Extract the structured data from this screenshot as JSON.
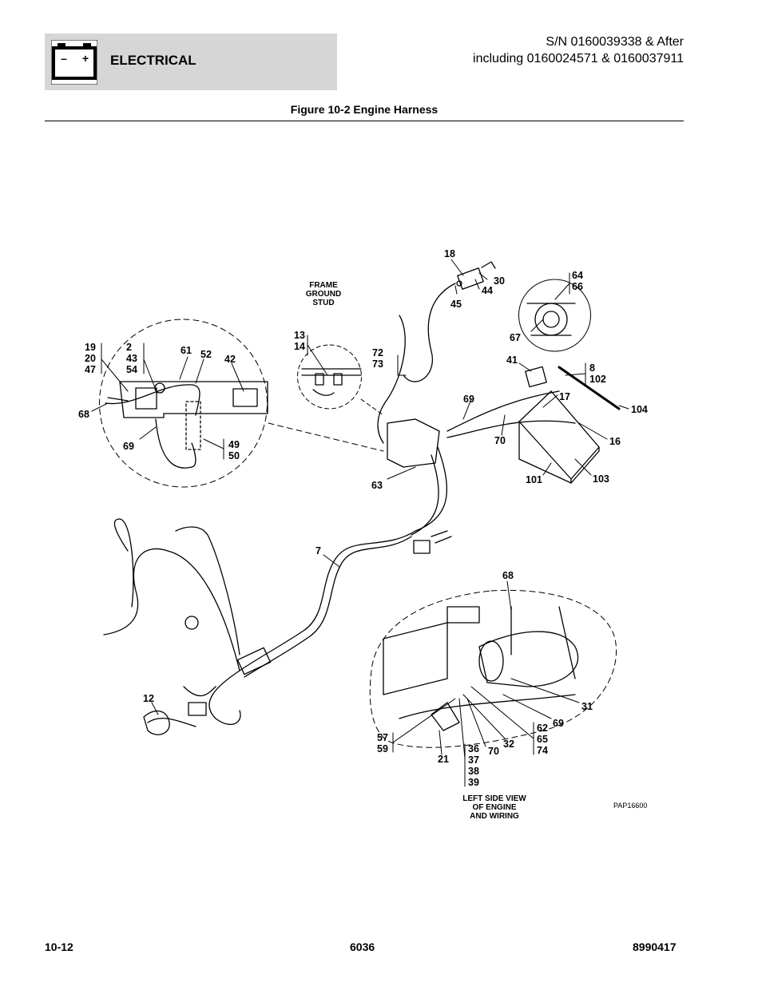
{
  "header": {
    "section_title": "ELECTRICAL",
    "battery_minus": "–",
    "battery_plus": "+",
    "serial_line1": "S/N 0160039338 & After",
    "serial_line2": "including 0160024571 & 0160037911"
  },
  "figure": {
    "title": "Figure 10-2 Engine Harness",
    "frame_ground_note": "FRAME\nGROUND\nSTUD",
    "left_view_note": "LEFT SIDE VIEW\nOF ENGINE\nAND WIRING",
    "drawing_number": "PAP16600",
    "callouts": {
      "c18": "18",
      "c30": "30",
      "c44": "44",
      "c45": "45",
      "c64_66": "64\n66",
      "c67": "67",
      "c41": "41",
      "c8_102": "8\n102",
      "c17": "17",
      "c104": "104",
      "c16": "16",
      "c101": "101",
      "c103": "103",
      "c69_top": "69",
      "c70_top": "70",
      "c63": "63",
      "c72_73": "72\n73",
      "c13_14": "13\n14",
      "c19_20_47": "19\n20\n47",
      "c2_43_54": "2\n43\n54",
      "c61": "61",
      "c52": "52",
      "c42": "42",
      "c68_left": "68",
      "c69_left": "69",
      "c49_50": "49\n50",
      "c7": "7",
      "c12": "12",
      "c68_bottom": "68",
      "c31": "31",
      "c69_bottom": "69",
      "c62_65_74": "62\n65\n74",
      "c32": "32",
      "c70_bottom": "70",
      "c36_39": "36\n37\n38\n39",
      "c21": "21",
      "c57_59": "57\n59"
    }
  },
  "footer": {
    "page": "10-12",
    "model": "6036",
    "part_number": "8990417"
  }
}
